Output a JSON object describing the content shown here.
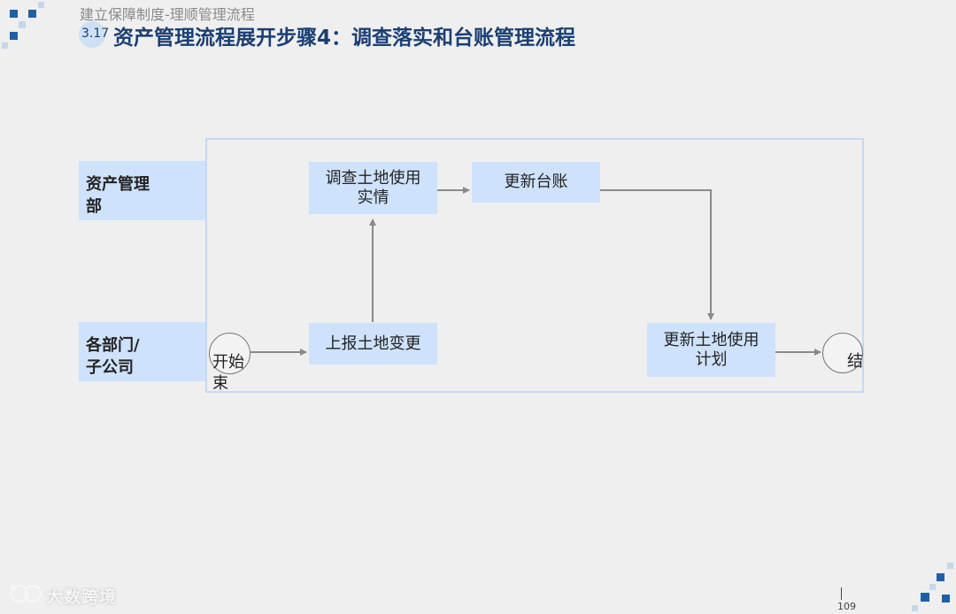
{
  "header": {
    "subtitle": "建立保障制度-理顺管理流程",
    "section_number": "3.17",
    "title": "资产管理流程展开步骤4：调查落实和台账管理流程"
  },
  "lanes": [
    {
      "label": "资产管理\n部"
    },
    {
      "label": "各部门/\n子公司"
    }
  ],
  "nodes": {
    "start": "开始",
    "end_char": "束",
    "end": "结",
    "investigate": "调查土地使用\n实情",
    "update_ledger": "更新台账",
    "report_change": "上报土地变更",
    "update_plan": "更新土地使用\n计划"
  },
  "footer": {
    "watermark": "大数跨境",
    "page_number": "109"
  },
  "colors": {
    "title": "#1b3f73",
    "box_fill": "#cfe2fb",
    "frame_border": "#c3daf5",
    "arrow": "#8a8a8a"
  }
}
